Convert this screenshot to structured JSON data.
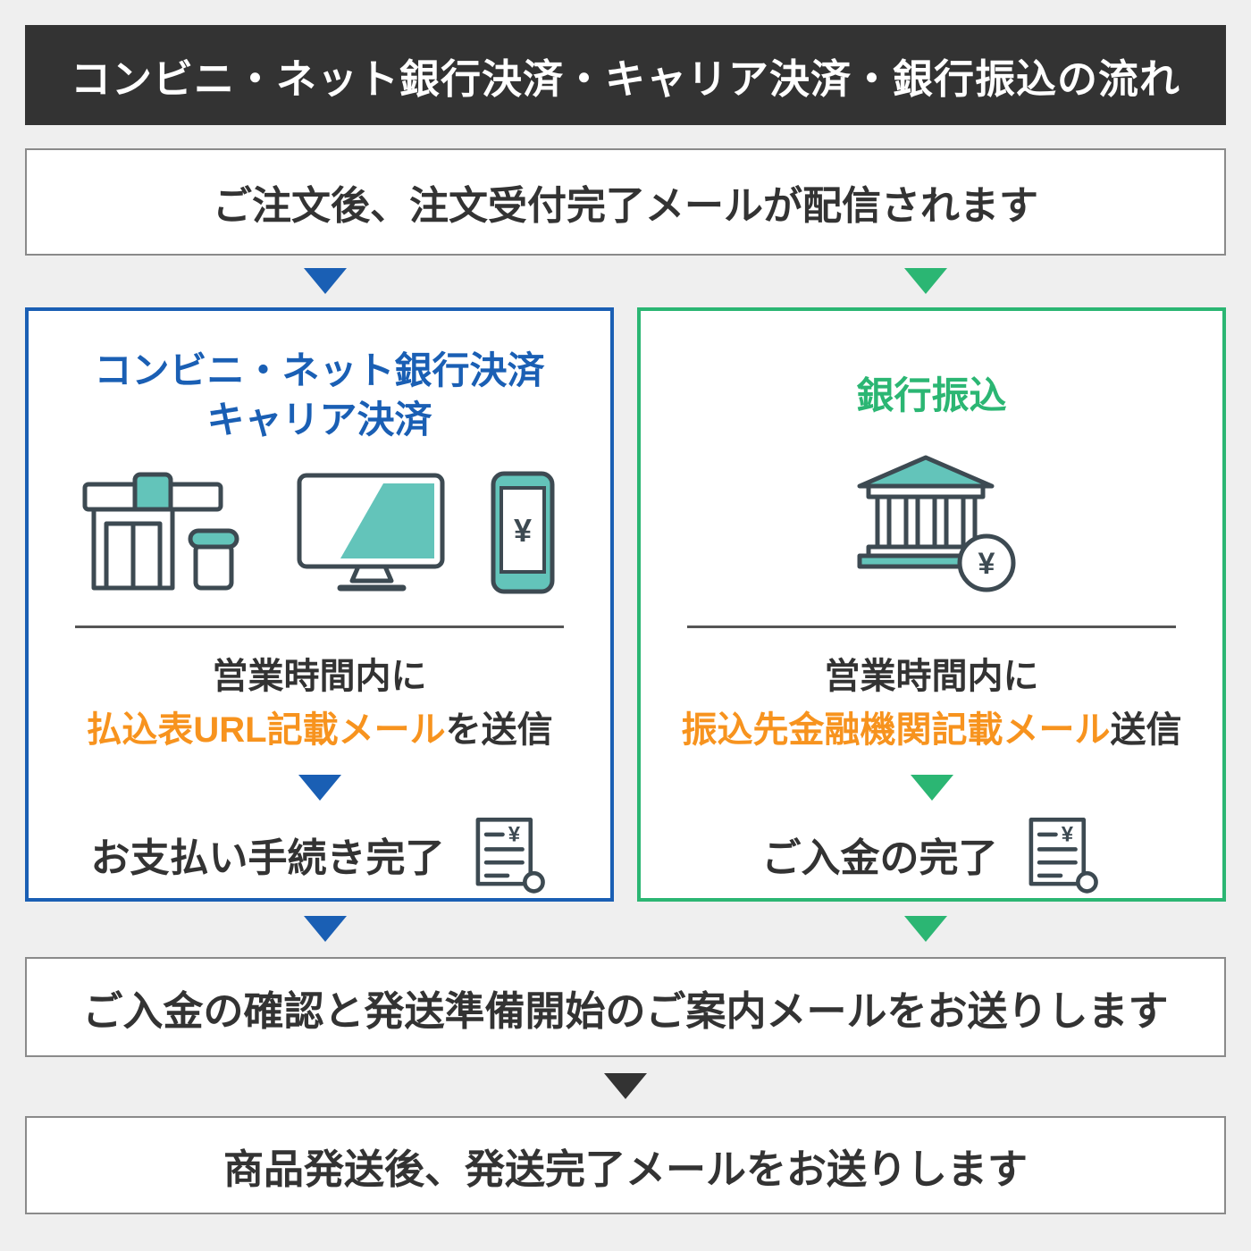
{
  "colors": {
    "background": "#efefef",
    "header_bg": "#333333",
    "blue": "#1a5fb4",
    "green": "#2bb673",
    "orange": "#f7931e",
    "text_dark": "#333333",
    "icon_teal": "#63c4ba",
    "icon_stroke": "#3d4a52"
  },
  "header": {
    "title": "コンビニ・ネット銀行決済・キャリア決済・銀行振込の流れ"
  },
  "flow": {
    "step_order": "ご注文後、注文受付完了メールが配信されます",
    "step_confirm": "ご入金の確認と発送準備開始のご案内メールをお送りします",
    "step_ship": "商品発送後、発送完了メールをお送りします"
  },
  "left_panel": {
    "title_line1": "コンビニ・ネット銀行決済",
    "title_line2": "キャリア決済",
    "hours_text": "営業時間内に",
    "mail_highlight": "払込表URL記載メール",
    "mail_suffix": "を送信",
    "complete_text": "お支払い手続き完了"
  },
  "right_panel": {
    "title": "銀行振込",
    "hours_text": "営業時間内に",
    "mail_highlight": "振込先金融機関記載メール",
    "mail_suffix": "送信",
    "complete_text": "ご入金の完了"
  },
  "icons": {
    "yen": "¥"
  }
}
